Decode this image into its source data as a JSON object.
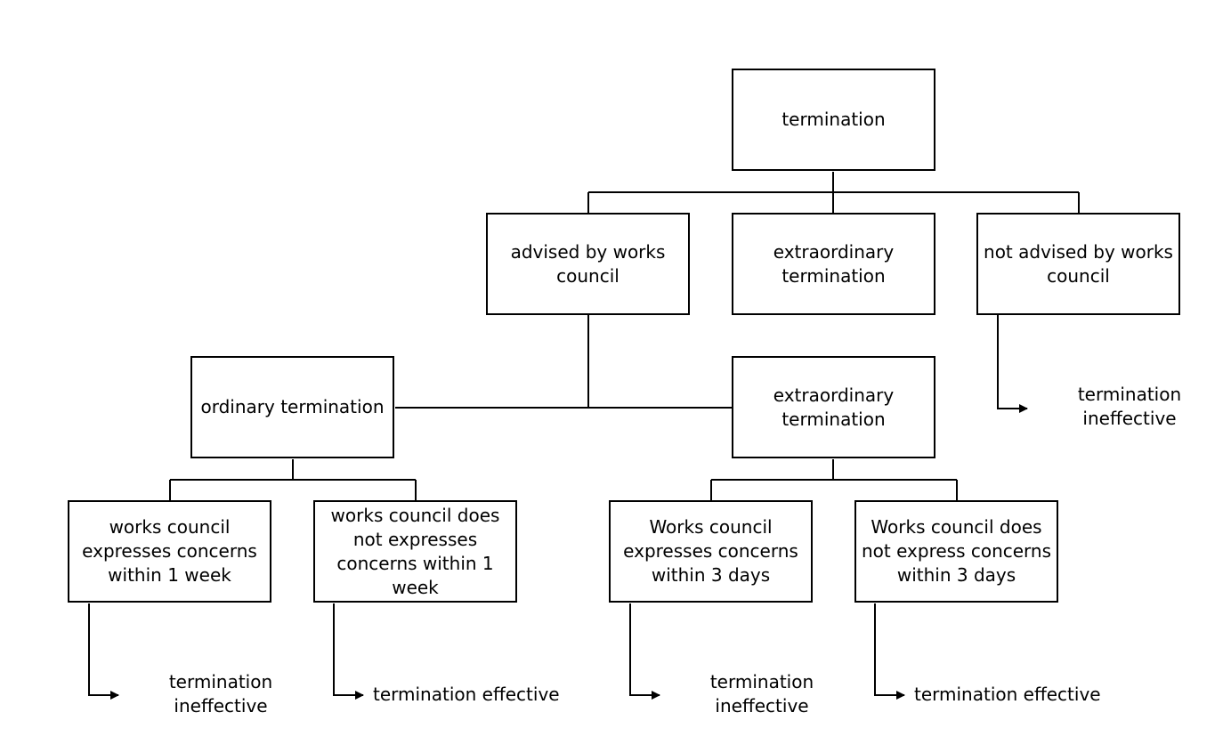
{
  "nodes": {
    "termination": "termination",
    "advised": "advised by works council",
    "extraordinary_top": "extraordinary termination",
    "not_advised": "not advised by works council",
    "ordinary": "ordinary termination",
    "extraordinary_mid": "extraordinary termination",
    "wc_concerns_week": "works council expresses concerns within 1 week",
    "wc_no_concerns_week": "works council does not expresses concerns within 1 week",
    "wc_concerns_days": "Works council expresses concerns within 3 days",
    "wc_no_concerns_days": "Works council does not express concerns within 3 days"
  },
  "outcomes": {
    "not_advised": "termination ineffective",
    "concerns_week": "termination ineffective",
    "no_concerns_week": "termination effective",
    "concerns_days": "termination ineffective",
    "no_concerns_days": "termination effective"
  }
}
